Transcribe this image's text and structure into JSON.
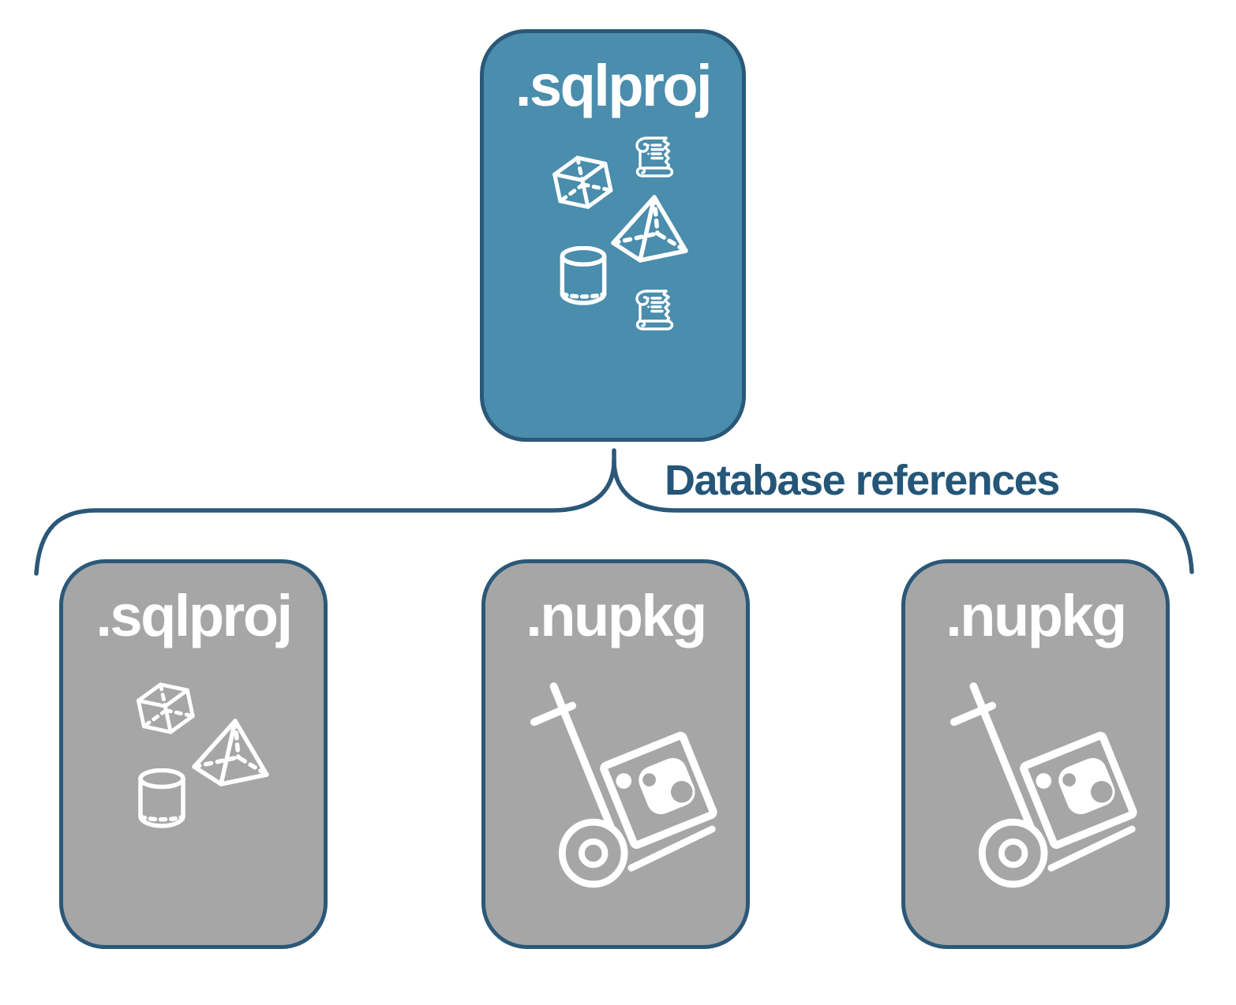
{
  "diagram": {
    "root": {
      "title": ".sqlproj"
    },
    "connector_label": "Database references",
    "children": [
      {
        "title": ".sqlproj"
      },
      {
        "title": ".nupkg"
      },
      {
        "title": ".nupkg"
      }
    ],
    "icons": {
      "root": [
        "scroll",
        "cube",
        "pyramid",
        "cylinder",
        "scroll"
      ],
      "child_sqlproj": [
        "cube",
        "pyramid",
        "cylinder"
      ],
      "child_nupkg": [
        "handtruck"
      ]
    },
    "colors": {
      "root_fill": "#4a8dad",
      "child_fill": "#a6a6a6",
      "outline": "#2b5878",
      "label_text": "#255678",
      "icon_stroke": "#ffffff",
      "title_text": "#ffffff",
      "background": "#ffffff"
    }
  }
}
